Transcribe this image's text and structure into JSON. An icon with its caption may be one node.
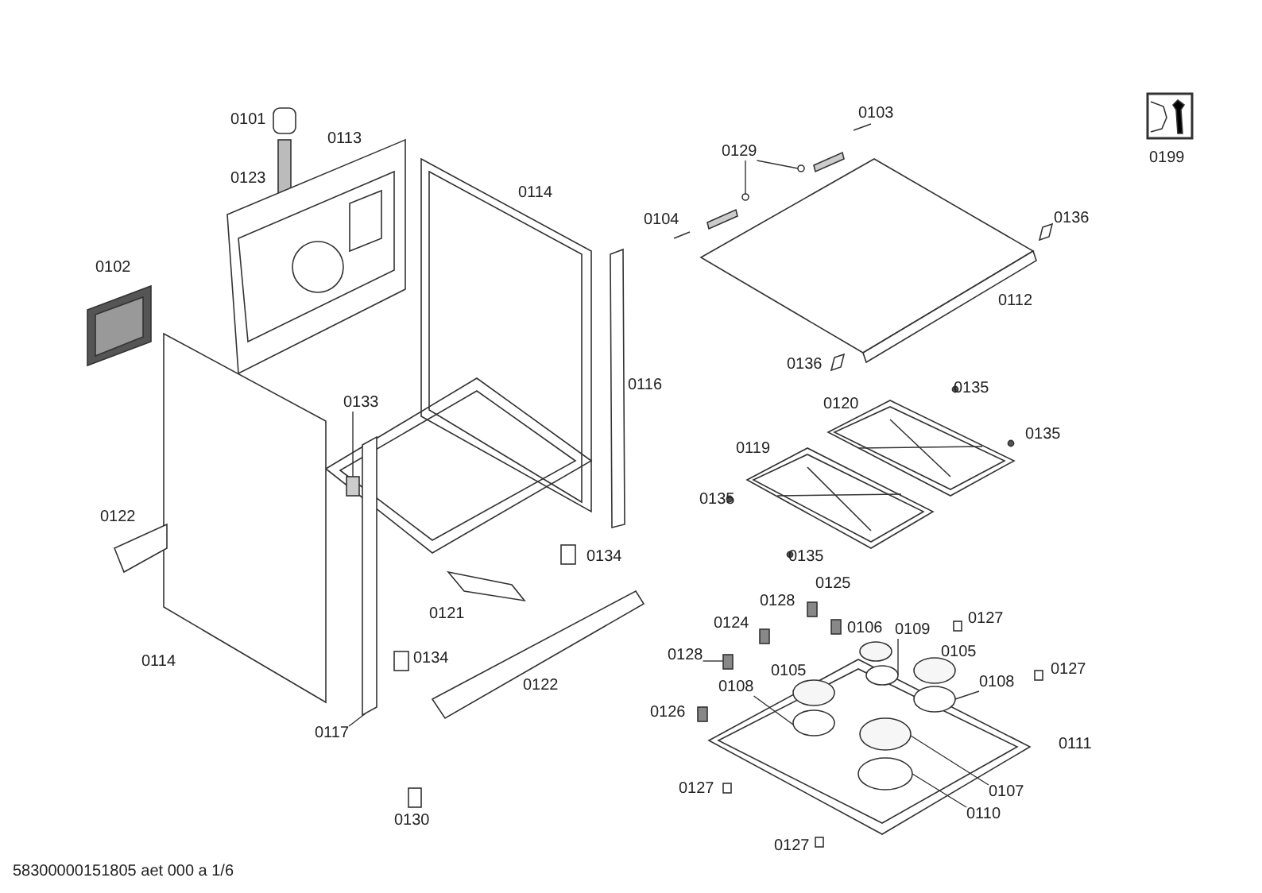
{
  "diagram": {
    "caption": "58300000151805 aet 000 a 1/6",
    "nodes": [
      {
        "text": [
          "0129"
        ]
      },
      {
        "text": [
          "0133"
        ]
      },
      {
        "text": [
          "0109"
        ]
      },
      {
        "text": [
          "0128"
        ]
      },
      {
        "text": [
          "0108"
        ]
      },
      {
        "text": [
          "0108"
        ]
      },
      {
        "text": [
          "0117"
        ]
      },
      {
        "text": [
          "0107"
        ]
      },
      {
        "text": [
          "0110"
        ]
      },
      {
        "text": [],
        "shape": "circle"
      },
      {
        "text": [],
        "shape": "circle"
      },
      {
        "text": [],
        "shape": "box"
      },
      {
        "text": [],
        "shape": "ellipse"
      },
      {
        "text": [],
        "shape": "box"
      },
      {
        "text": [],
        "shape": "ellipse"
      },
      {
        "text": [],
        "shape": "ellipse"
      },
      {
        "text": [],
        "shape": "bar"
      },
      {
        "text": [],
        "shape": "ellipse"
      },
      {
        "text": [],
        "shape": "ellipse"
      }
    ],
    "edges": [
      {
        "from": 0,
        "to": 9,
        "arrow": "none"
      },
      {
        "from": 0,
        "to": 10,
        "arrow": "none"
      },
      {
        "from": 1,
        "to": 11,
        "arrow": "none"
      },
      {
        "from": 2,
        "to": 12,
        "arrow": "none"
      },
      {
        "from": 3,
        "to": 13,
        "arrow": "none"
      },
      {
        "from": 4,
        "to": 14,
        "arrow": "none"
      },
      {
        "from": 5,
        "to": 15,
        "arrow": "none"
      },
      {
        "from": 6,
        "to": 16,
        "arrow": "none"
      },
      {
        "from": 7,
        "to": 17,
        "arrow": "none"
      },
      {
        "from": 8,
        "to": 18,
        "arrow": "none"
      }
    ],
    "labels": [
      "0103",
      "0101",
      "0113",
      "0199",
      "0123",
      "0114",
      "0104",
      "0136",
      "0112",
      "0102",
      "0116",
      "0136",
      "0120",
      "0135",
      "0135",
      "0119",
      "0135",
      "0122",
      "0135",
      "0134",
      "0125",
      "0128",
      "0124",
      "0106",
      "0127",
      "0121",
      "0105",
      "0105",
      "0134",
      "0127",
      "0114",
      "0122",
      "0126",
      "0111",
      "0127",
      "0130",
      "0127"
    ]
  }
}
